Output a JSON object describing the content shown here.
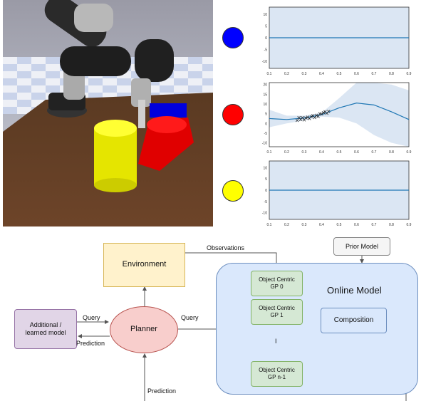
{
  "colors": {
    "environment": "#fff2cc",
    "online_model": "#dae8fc",
    "gp_box": "#d5e8d4",
    "composition": "#dae8fc",
    "planner": "#f8cecc",
    "additional": "#e1d5e7",
    "prior_model": "#f5f5f5",
    "object_blue": "#0000ff",
    "object_red": "#ff0000",
    "object_yellow": "#ffff00",
    "gp_mean": "#1f77b4",
    "gp_band": "#dbe6f3"
  },
  "objects": [
    {
      "name": "blue",
      "color": "#0000ff"
    },
    {
      "name": "red",
      "color": "#ff0000"
    },
    {
      "name": "yellow",
      "color": "#ffff00"
    }
  ],
  "chart_data": [
    {
      "type": "line",
      "x_ticks": [
        "0.1",
        "0.2",
        "0.3",
        "0.4",
        "0.5",
        "0.6",
        "0.7",
        "0.8",
        "0.9"
      ],
      "y_ticks": [
        "10",
        "5",
        "0",
        "-5",
        "-10"
      ],
      "xlim": [
        0.1,
        0.9
      ],
      "ylim": [
        -13,
        13
      ],
      "mean": [
        [
          0.1,
          0
        ],
        [
          0.9,
          0
        ]
      ],
      "band": [
        [
          0.1,
          -15,
          15
        ],
        [
          0.9,
          -15,
          15
        ]
      ],
      "observations": []
    },
    {
      "type": "line",
      "x_ticks": [
        "0.1",
        "0.2",
        "0.3",
        "0.4",
        "0.5",
        "0.6",
        "0.7",
        "0.8",
        "0.9"
      ],
      "y_ticks": [
        "20",
        "15",
        "10",
        "5",
        "0",
        "-5",
        "-10"
      ],
      "xlim": [
        0.1,
        0.9
      ],
      "ylim": [
        -12,
        21
      ],
      "mean": [
        [
          0.1,
          2.5
        ],
        [
          0.2,
          2
        ],
        [
          0.3,
          2.8
        ],
        [
          0.4,
          4.5
        ],
        [
          0.5,
          8
        ],
        [
          0.6,
          10.5
        ],
        [
          0.7,
          9.5
        ],
        [
          0.8,
          6
        ],
        [
          0.9,
          2
        ]
      ],
      "band": [
        [
          0.1,
          -2,
          7
        ],
        [
          0.2,
          0,
          4
        ],
        [
          0.3,
          1.5,
          4
        ],
        [
          0.4,
          3.5,
          5.5
        ],
        [
          0.5,
          3,
          13
        ],
        [
          0.6,
          0,
          21
        ],
        [
          0.7,
          -6,
          22
        ],
        [
          0.8,
          -10,
          20
        ],
        [
          0.9,
          -12,
          17
        ]
      ],
      "observations": [
        [
          0.26,
          1.5
        ],
        [
          0.27,
          3
        ],
        [
          0.28,
          2
        ],
        [
          0.29,
          3
        ],
        [
          0.3,
          1.8
        ],
        [
          0.31,
          2.8
        ],
        [
          0.32,
          3.2
        ],
        [
          0.33,
          2.5
        ],
        [
          0.34,
          3.5
        ],
        [
          0.35,
          4
        ],
        [
          0.36,
          3
        ],
        [
          0.37,
          4.2
        ],
        [
          0.38,
          3.6
        ],
        [
          0.39,
          5
        ],
        [
          0.4,
          4.8
        ],
        [
          0.41,
          5.5
        ],
        [
          0.42,
          6
        ],
        [
          0.43,
          5.2
        ],
        [
          0.44,
          6.2
        ]
      ]
    },
    {
      "type": "line",
      "x_ticks": [
        "0.1",
        "0.2",
        "0.3",
        "0.4",
        "0.5",
        "0.6",
        "0.7",
        "0.8",
        "0.9"
      ],
      "y_ticks": [
        "10",
        "5",
        "0",
        "-5",
        "-10"
      ],
      "xlim": [
        0.1,
        0.9
      ],
      "ylim": [
        -13,
        13
      ],
      "mean": [
        [
          0.1,
          0
        ],
        [
          0.9,
          0
        ]
      ],
      "band": [
        [
          0.1,
          -15,
          15
        ],
        [
          0.9,
          -15,
          15
        ]
      ],
      "observations": []
    }
  ],
  "diagram": {
    "environment": "Environment",
    "observations": "Observations",
    "prior_model": "Prior Model",
    "online_model": "Online Model",
    "gp0": "Object Centric\nGP 0",
    "gp1": "Object Centric\nGP 1",
    "gpn": "Object Centric\nGP n-1",
    "ellipsis": "I",
    "composition": "Composition",
    "planner": "Planner",
    "additional": "Additional /\nlearned model",
    "query_left": "Query",
    "query_right": "Query",
    "prediction_left": "Prediction",
    "prediction_bottom": "Prediction"
  }
}
